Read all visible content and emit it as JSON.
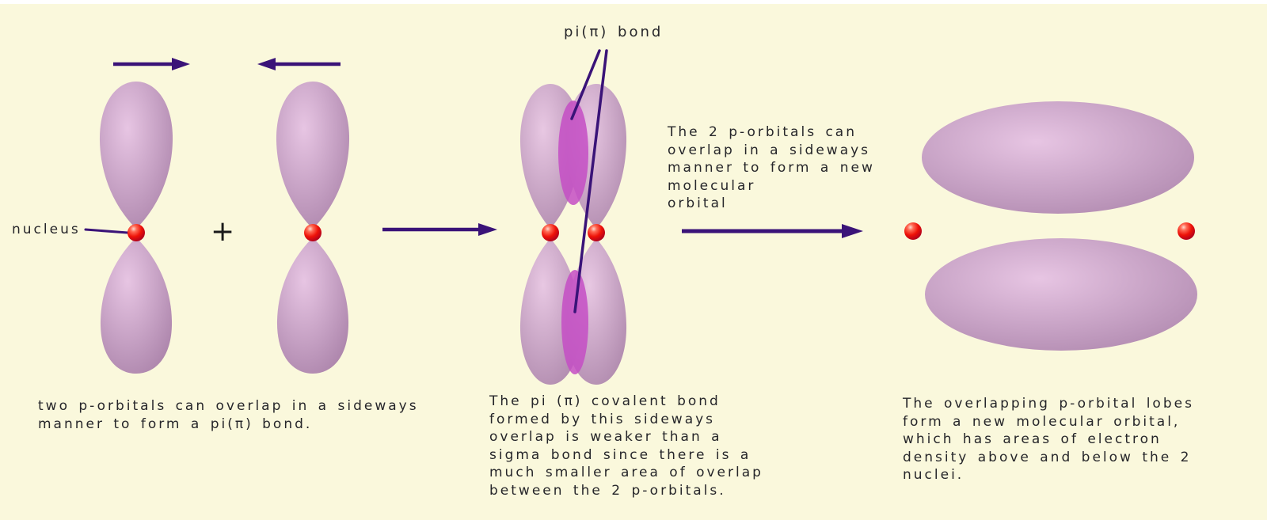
{
  "colors": {
    "background": "#FAF8DC",
    "orbital_base": "#C5A0C3",
    "orbital_light": "#E7C5E3",
    "orbital_dark": "#A981A8",
    "overlap_magenta": "#C44EC4",
    "arrow_purple": "#3A1378",
    "nucleus_red": "#EE1208",
    "nucleus_red_dark": "#A80020",
    "text_dark": "#26262A"
  },
  "labels": {
    "nucleus": "nucleus",
    "plus": "+",
    "pi_bond": "pi(π) bond"
  },
  "annotations": {
    "flow": {
      "lines": [
        "The 2 p-orbitals can",
        "overlap in a sideways",
        "manner to form a new",
        "molecular",
        "orbital"
      ]
    }
  },
  "captions": {
    "left": {
      "lines": [
        "two p-orbitals can overlap in a sideways",
        "manner to form a pi(π) bond."
      ]
    },
    "middle": {
      "lines": [
        "The pi (π) covalent bond",
        "formed by this sideways",
        "overlap is weaker than a",
        "sigma bond since there is a",
        "much smaller area of overlap",
        "between the 2 p-orbitals."
      ]
    },
    "right": {
      "lines": [
        "The overlapping p-orbital lobes",
        "form a new molecular orbital,",
        "which has areas of electron",
        "density above and below the 2",
        "nuclei."
      ]
    }
  }
}
